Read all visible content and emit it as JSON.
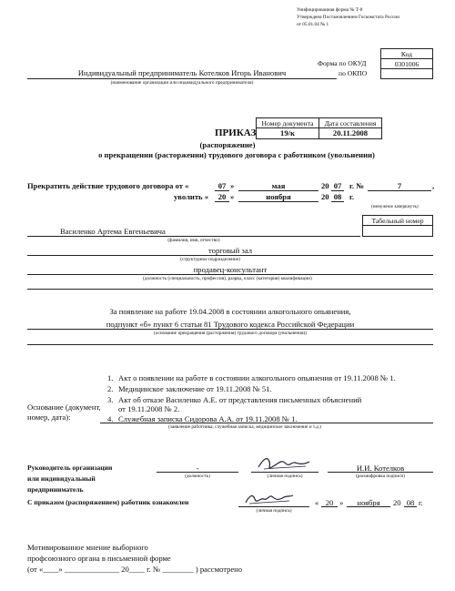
{
  "header": {
    "form_line1": "Унифицированная форма № Т-8",
    "form_line2": "Утверждена Постановлением Госкомстата России",
    "form_line3": "от 05.01.04 № 1",
    "code_label": "Код",
    "okud_label": "Форма по ОКУД",
    "okud_value": "0301006",
    "okpo_label": "по ОКПО",
    "okpo_value": "",
    "organization": "Индивидуальный предприниматель Котелков Игорь Иванович",
    "organization_caption": "(наименование организации или индивидуального предпринимателя)"
  },
  "order": {
    "title": "ПРИКАЗ",
    "subtitle": "(распоряжение)",
    "description": "о прекращении (расторжении) трудового договора с работником (увольнении)",
    "doc_number_label": "Номер документа",
    "doc_date_label": "Дата составления",
    "doc_number": "19/к",
    "doc_date": "20.11.2008"
  },
  "contract": {
    "terminate_label": "Прекратить действие трудового договора от «",
    "contract_day": "07",
    "contract_month": "мая",
    "year_prefix": "20",
    "contract_year": "07",
    "number_label": "г. №",
    "contract_number": "7",
    "dismiss_label": "уволить «",
    "dismiss_day": "20",
    "dismiss_month": "ноября",
    "dismiss_year": "08",
    "year_suffix": "г.",
    "strike_note": "(ненужное зачеркнуть)"
  },
  "employee": {
    "tab_label": "Табельный номер",
    "tab_number": "",
    "full_name": "Василенко Артема Евгеньевича",
    "name_caption": "(фамилия, имя, отчество)",
    "department": "торговый зал",
    "department_caption": "(структурное подразделение)",
    "position": "продавец-консультант",
    "position_caption": "(должность (специальность, профессия), разряд, класс (категория) квалификации)"
  },
  "grounds": {
    "line1": "За появление на работе 19.04.2008 в состоянии алкогольного опьянения,",
    "line2": "подпункт «б» пункт 6 статьи 81 Трудового кодекса Российской Федерации",
    "caption": "(основание прекращения (расторжения) трудового договора (увольнения))"
  },
  "basis": {
    "label_line1": "Основание (документ,",
    "label_line2": "номер, дата):",
    "items": [
      {
        "num": "1.",
        "text": "Акт о появлении на работе в состоянии алкогольного опьянения от 19.11.2008 № 1."
      },
      {
        "num": "2.",
        "text": "Медицинское заключение от 19.11.2008 № 51."
      },
      {
        "num": "3.",
        "text": "Акт об отказе Василенко А.Е. от представления письменных объяснений"
      },
      {
        "num": "",
        "text": "от 19.11.2008 № 2."
      },
      {
        "num": "4.",
        "text": "Служебная записка Сидорова А.А. от 19.11.2008 № 1."
      }
    ],
    "caption": "(заявление работника, служебная записка, медицинское заключение и т.д.)"
  },
  "signatures": {
    "head_label_line1": "Руководитель организации",
    "head_label_line2": "или индивидуальный",
    "head_label_line3": "предприниматель",
    "head_position": "-",
    "position_caption": "(должность)",
    "signature_caption": "(личная подпись)",
    "head_name": "И.И. Котелков",
    "name_caption": "(расшифровка подписи)",
    "acquainted_label": "С приказом (распоряжением) работник ознакомлен",
    "ack_day": "20",
    "ack_month": "ноября",
    "ack_year_prefix": "20",
    "ack_year": "08",
    "ack_year_suffix": "г.",
    "ack_caption": "(личная подпись)"
  },
  "union": {
    "line1": "Мотивированное мнение выборного",
    "line2": "профсоюзного органа в письменной форме",
    "line3": "(от «____» ______________ 20____ г. № ________ ) рассмотрено"
  }
}
